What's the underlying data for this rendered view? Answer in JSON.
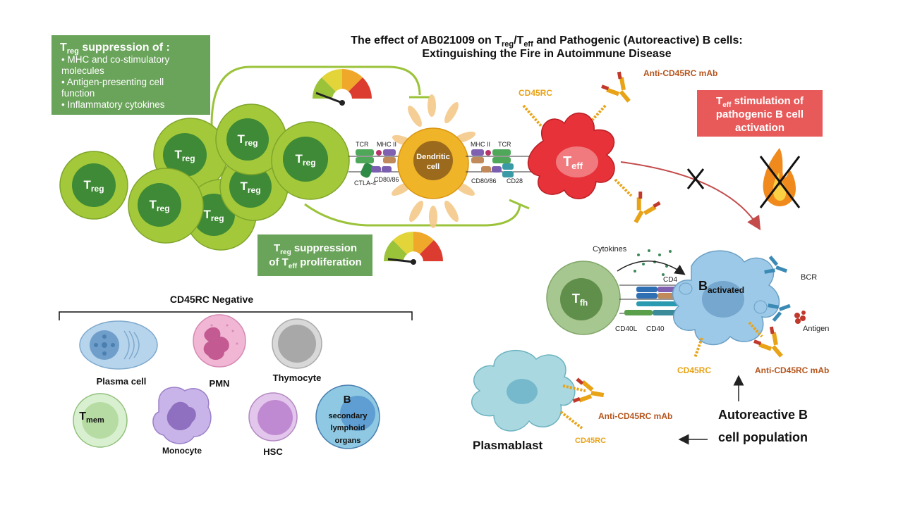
{
  "title": {
    "line1_pre": "The effect of AB021009 on T",
    "line1_sub1": "reg",
    "line1_mid": "/T",
    "line1_sub2": "eff",
    "line1_post": " and Pathogenic (Autoreactive) B cells:",
    "line2": "Extinguishing the Fire in Autoimmune Disease"
  },
  "treg_box": {
    "title_main": "T",
    "title_sub": "reg",
    "title_rest": " suppression of :",
    "bullets": [
      "• MHC and co-stimulatory",
      "molecules",
      "• Antigen-presenting cell",
      "function",
      "• Inflammatory cytokines"
    ]
  },
  "treg_cell": {
    "main": "T",
    "sub": "reg"
  },
  "teff_cell": {
    "main": "T",
    "sub": "eff"
  },
  "tfh_cell": {
    "main": "T",
    "sub": "fh"
  },
  "b_activated": {
    "main": "B",
    "sub": "activated"
  },
  "dendritic": {
    "line1": "Dendritic",
    "line2": "cell"
  },
  "synapse_labels": {
    "tcr_left": "TCR",
    "mhc_left": "MHC II",
    "ctla4": "CTLA-4",
    "cd80_left": "CD80/86",
    "mhc_right": "MHC II",
    "tcr_right": "TCR",
    "cd80_right": "CD80/86",
    "cd28": "CD28"
  },
  "cd45rc_top": "CD45RC",
  "anti_cd45rc_top": "Anti-CD45RC mAb",
  "teff_box": {
    "line1_main": "T",
    "line1_sub": "eff",
    "line1_rest": " stimulation of",
    "line2": "pathogenic B cell",
    "line3": "activation"
  },
  "treg_prolif_box": {
    "line1_main": "T",
    "line1_sub": "reg",
    "line1_rest": " suppression",
    "line2_pre": "of T",
    "line2_sub": "eff",
    "line2_rest": " proliferation"
  },
  "tfh_labels": {
    "cytokines": "Cytokines",
    "cd4": "CD4",
    "cd40l": "CD40L",
    "cd40": "CD40",
    "bcr": "BCR",
    "antigen": "Antigen",
    "cd45rc": "CD45RC",
    "anti_cd45rc": "Anti-CD45RC mAb"
  },
  "autoreactive": {
    "line1": "Autoreactive B",
    "line2": "cell population"
  },
  "plasmablast": {
    "label": "Plasmablast",
    "anti": "Anti-CD45RC mAb",
    "cd45rc": "CD45RC"
  },
  "negative": {
    "title": "CD45RC Negative",
    "plasma": "Plasma cell",
    "pmn": "PMN",
    "thymocyte": "Thymocyte",
    "tmem_main": "T",
    "tmem_sub": "mem",
    "monocyte": "Monocyte",
    "hsc": "HSC",
    "b_letter": "B",
    "b_line1": "secondary",
    "b_line2": "lymphoid",
    "b_line3": "organs"
  },
  "colors": {
    "treg_outer": "#a3c93a",
    "treg_inner": "#3f8a36",
    "teff": "#e63238",
    "dendritic": "#f0b429",
    "green_box": "#6aa35a",
    "red_box": "#e85a5a",
    "orange_text": "#e8a317",
    "mab_text": "#b5541b",
    "tfh": "#a6c78f",
    "b_cell": "#9dc9e8",
    "plasmablast": "#a9d8e0"
  }
}
